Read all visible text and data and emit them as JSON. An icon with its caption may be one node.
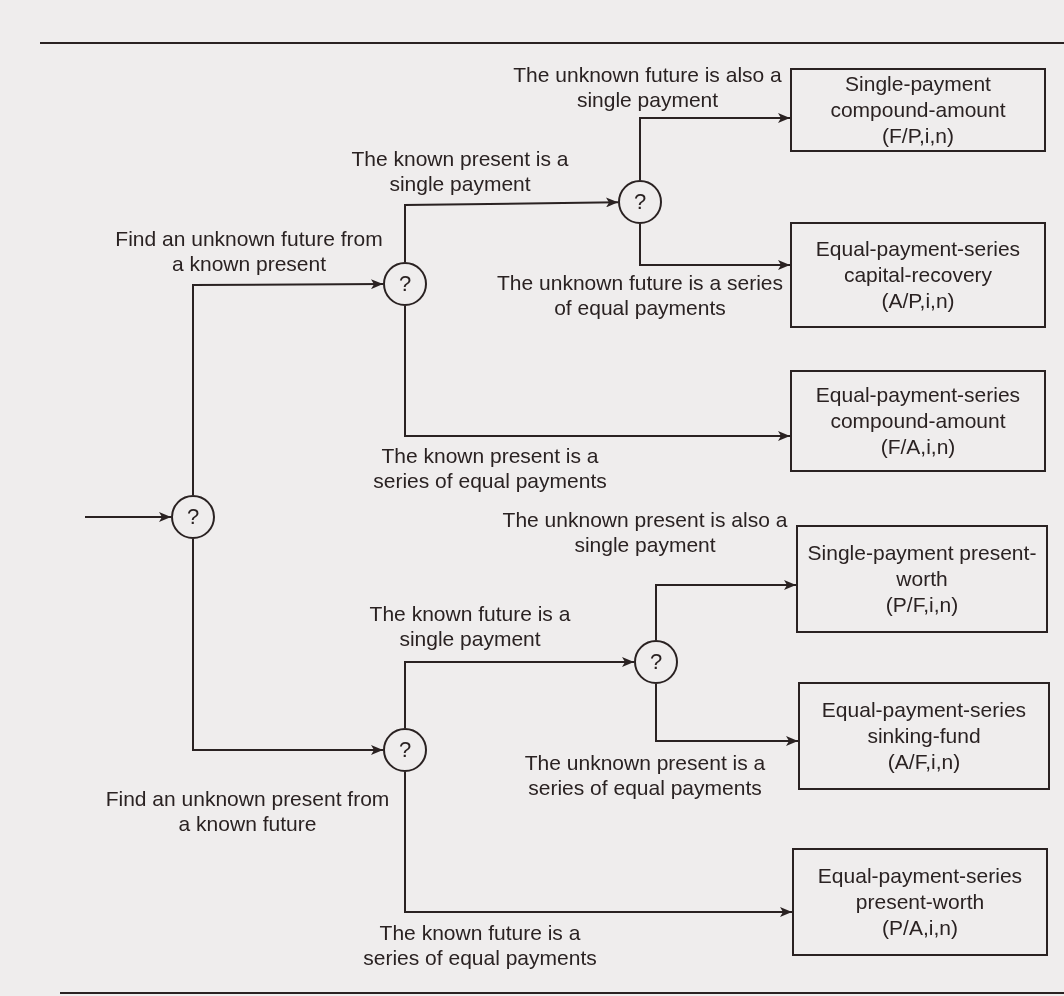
{
  "diagram": {
    "nodes": [
      {
        "text": [
          "?"
        ]
      },
      {
        "text": [
          "?"
        ]
      },
      {
        "text": [
          "?"
        ]
      },
      {
        "text": [
          "?"
        ]
      },
      {
        "text": [
          "?"
        ]
      },
      {
        "text": [
          "Single-payment compound-amount",
          "(F/P,i,n)"
        ]
      },
      {
        "text": [
          "Equal-payment-series capital-recovery",
          "(A/P,i,n)"
        ]
      },
      {
        "text": [
          "Equal-payment-series compound-amount",
          "(F/A,i,n)"
        ]
      },
      {
        "text": [
          "Single-payment present-worth",
          "(P/F,i,n)"
        ]
      },
      {
        "text": [
          "Equal-payment-series sinking-fund",
          "(A/F,i,n)"
        ]
      },
      {
        "text": [
          "Equal-payment-series present-worth",
          "(P/A,i,n)"
        ]
      }
    ],
    "edges": [
      {
        "from": null,
        "to": 0,
        "arrow": "to"
      },
      {
        "from": 0,
        "to": 1,
        "arrow": "to",
        "label": "Find an unknown future from a known present"
      },
      {
        "from": 1,
        "to": 2,
        "arrow": "to",
        "label": "The known present is a single payment"
      },
      {
        "from": 1,
        "to": 7,
        "arrow": "to",
        "label": "The known present is a series of equal payments"
      },
      {
        "from": 2,
        "to": 5,
        "arrow": "to",
        "label": "The unknown future is also a single payment"
      },
      {
        "from": 2,
        "to": 6,
        "arrow": "to",
        "label": "The unknown future is a series of equal payments"
      },
      {
        "from": 0,
        "to": 3,
        "arrow": "to",
        "label": "Find an unknown present from a known future"
      },
      {
        "from": 3,
        "to": 4,
        "arrow": "to",
        "label": "The known future is a single payment"
      },
      {
        "from": 3,
        "to": 10,
        "arrow": "to",
        "label": "The known future is a series of equal payments"
      },
      {
        "from": 4,
        "to": 8,
        "arrow": "to",
        "label": "The unknown present is also a single payment"
      },
      {
        "from": 4,
        "to": 9,
        "arrow": "to",
        "label": "The unknown present is a series of equal payments"
      }
    ]
  }
}
